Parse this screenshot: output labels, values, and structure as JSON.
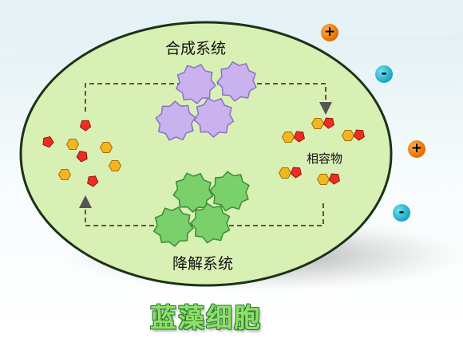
{
  "labels": {
    "synthesis_system": "合成系统",
    "degradation_system": "降解系统",
    "compatible_solutes": "相容物",
    "title": "蓝藻细胞"
  },
  "ions": [
    {
      "sign": "+",
      "type": "positive"
    },
    {
      "sign": "-",
      "type": "negative"
    },
    {
      "sign": "+",
      "type": "positive"
    },
    {
      "sign": "-",
      "type": "negative"
    }
  ],
  "colors": {
    "cell_fill": "#d9f0b4",
    "cell_border": "#1a3318",
    "synthesis_gear": "#c9b2ee",
    "degradation_gear": "#7ad06a",
    "red_hexagon": "#ee2c22",
    "yellow_hexagon": "#f5b51f",
    "arrow": "#555555"
  }
}
